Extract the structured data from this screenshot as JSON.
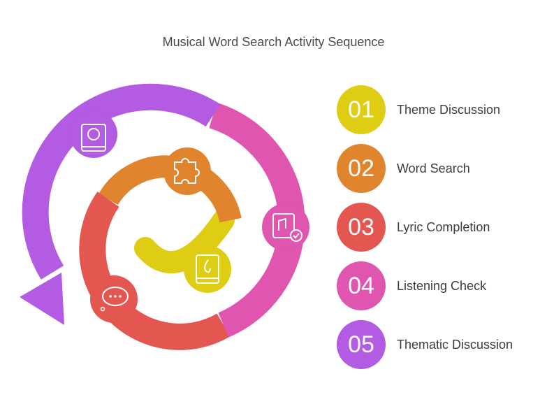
{
  "title": "Musical Word Search Activity Sequence",
  "colors": {
    "yellow": "#DECD12",
    "orange": "#E0852E",
    "red": "#E45650",
    "pink": "#DF55AF",
    "purple": "#B35BE3"
  },
  "steps": [
    {
      "number": "01",
      "label": "Theme Discussion",
      "color": "#DECD12",
      "icon": "book-music-note-icon"
    },
    {
      "number": "02",
      "label": "Word Search",
      "color": "#E0852E",
      "icon": "puzzle-piece-icon"
    },
    {
      "number": "03",
      "label": "Lyric Completion",
      "color": "#E45650",
      "icon": "speech-bubble-icon"
    },
    {
      "number": "04",
      "label": "Listening Check",
      "color": "#DF55AF",
      "icon": "music-checklist-icon"
    },
    {
      "number": "05",
      "label": "Thematic Discussion",
      "color": "#B35BE3",
      "icon": "book-palette-icon"
    }
  ]
}
